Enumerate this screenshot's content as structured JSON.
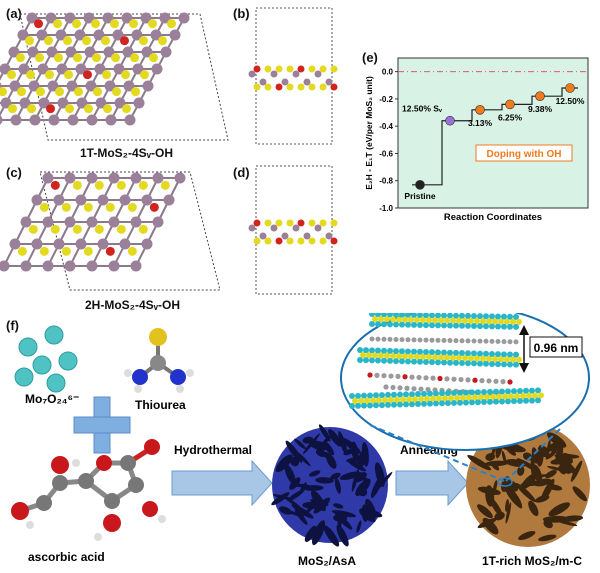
{
  "panels": {
    "a": {
      "label": "(a)",
      "caption": "1T-MoS₂-4Sᵥ-OH"
    },
    "b": {
      "label": "(b)"
    },
    "c": {
      "label": "(c)",
      "caption": "2H-MoS₂-4Sᵥ-OH"
    },
    "d": {
      "label": "(d)"
    },
    "e": {
      "label": "(e)"
    },
    "f": {
      "label": "(f)"
    }
  },
  "chart_data": {
    "type": "line",
    "ylabel": "E₂H - E₁T (eV/per MoS₂ unit)",
    "xlabel": "Reaction Coordinates",
    "ylim": [
      -1.0,
      0.1
    ],
    "yticks": [
      "0.0",
      "-0.2",
      "-0.4",
      "-0.6",
      "-0.8",
      "-1.0"
    ],
    "annotation": "Doping with OH",
    "reference_line": 0.0,
    "points": [
      {
        "label": "Pristine",
        "y": -0.83,
        "color": "#222222"
      },
      {
        "label": "12.50% Sᵥ",
        "y": -0.36,
        "color": "#9a6fd6"
      },
      {
        "label": "3.13%",
        "y": -0.28,
        "color": "#f07a1c"
      },
      {
        "label": "6.25%",
        "y": -0.24,
        "color": "#f07a1c"
      },
      {
        "label": "9.38%",
        "y": -0.18,
        "color": "#f07a1c"
      },
      {
        "label": "12.50%",
        "y": -0.12,
        "color": "#f07a1c"
      }
    ]
  },
  "synthesis": {
    "precursor1": "Mo₇O₂₄⁶⁻",
    "precursor2": "Thiourea",
    "precursor3": "ascorbic acid",
    "step1": "Hydrothermal",
    "intermediate": "MoS₂/AsA",
    "step2": "Annealing",
    "product": "1T-rich MoS₂/m-C",
    "spacing": "0.96 nm"
  },
  "colors": {
    "mo": "#9a8098",
    "s": "#e3d91f",
    "o": "#d2241f",
    "h": "#d8d8d8",
    "mo_cluster": "#4fc2c4",
    "arrow": "#a8c6e6",
    "chart_bg": "#d9f2e6",
    "sphere_blue": "#2f3aa8",
    "sphere_brown": "#b07a3e"
  }
}
